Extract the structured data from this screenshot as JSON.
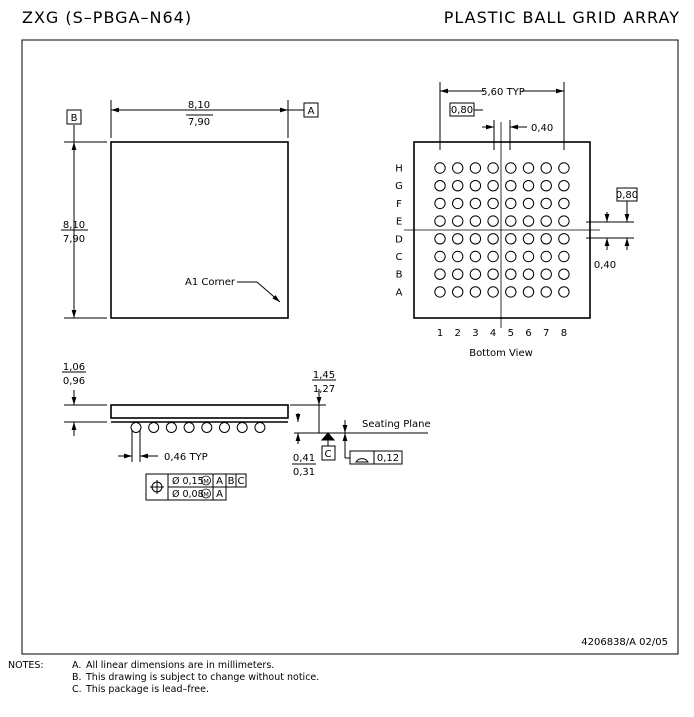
{
  "header": {
    "left": "ZXG (S–PBGA–N64)",
    "right": "PLASTIC BALL GRID ARRAY"
  },
  "top_view": {
    "datum_b": "B",
    "datum_a": "A",
    "width_max": "8,10",
    "width_min": "7,90",
    "height_max": "8,10",
    "height_min": "7,90",
    "corner_label": "A1 Corner"
  },
  "bottom_view": {
    "pitch_span": "5,60 TYP",
    "pitch_box": "0,80",
    "offset": "0,40",
    "right_box": "0,80",
    "right_offset": "0,40",
    "rows": [
      "H",
      "G",
      "F",
      "E",
      "D",
      "C",
      "B",
      "A"
    ],
    "cols": [
      "1",
      "2",
      "3",
      "4",
      "5",
      "6",
      "7",
      "8"
    ],
    "caption": "Bottom View"
  },
  "side_view": {
    "height_max": "1,06",
    "height_min": "0,96",
    "total_max": "1,45",
    "total_min": "1,27",
    "ball_max": "0,41",
    "ball_min": "0,31",
    "datum_c": "C",
    "seating_plane": "Seating Plane",
    "flatness": "0,12",
    "ball_dia": "0,46 TYP",
    "fcf1_tol": "Ø 0,15",
    "fcf1_mod": "M",
    "fcf1_ref1": "A",
    "fcf1_ref2": "B",
    "fcf1_ref3": "C",
    "fcf2_tol": "Ø 0,08",
    "fcf2_mod": "M",
    "fcf2_ref1": "A"
  },
  "drawing_number": "4206838/A 02/05",
  "notes": {
    "label": "NOTES:",
    "items": [
      {
        "letter": "A.",
        "text": "All linear dimensions are in millimeters."
      },
      {
        "letter": "B.",
        "text": "This drawing is subject to change without notice."
      },
      {
        "letter": "C.",
        "text": "This package is lead–free."
      }
    ]
  }
}
